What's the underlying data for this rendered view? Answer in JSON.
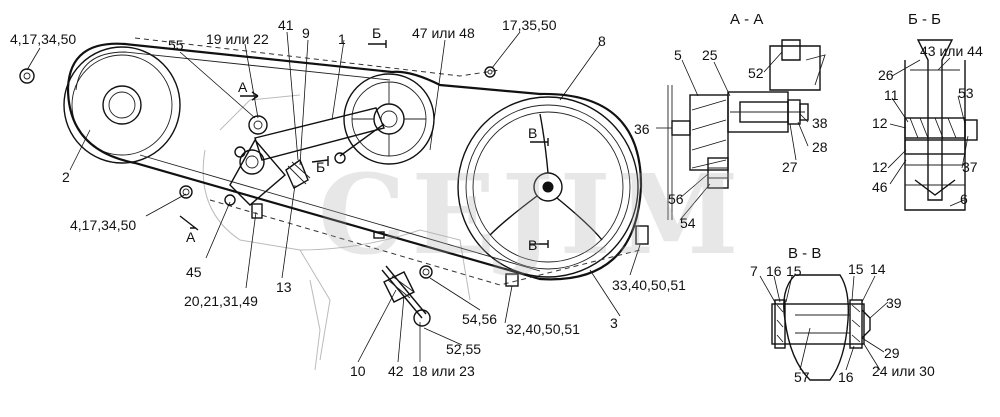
{
  "watermark": "CEJIM",
  "sections": {
    "aa": "А - А",
    "bb": "Б - Б",
    "vv": "В - В"
  },
  "section_marks": {
    "a1": "А",
    "a2": "А",
    "b1": "Б",
    "b2": "Б",
    "v1": "В",
    "v2": "В"
  },
  "callouts": {
    "c_4_17_34_50_top": "4,17,34,50",
    "c_55": "55",
    "c_19_or_22": "19 или 22",
    "c_41": "41",
    "c_9": "9",
    "c_1": "1",
    "c_47_or_48": "47 или 48",
    "c_17_35_50": "17,35,50",
    "c_8": "8",
    "c_2": "2",
    "c_4_17_34_50_bottom": "4,17,34,50",
    "c_45": "45",
    "c_20_21_31_49": "20,21,31,49",
    "c_13": "13",
    "c_10": "10",
    "c_42": "42",
    "c_18_or_23": "18 или 23",
    "c_52_55": "52,55",
    "c_54_56": "54,56",
    "c_32_40_50_51": "32,40,50,51",
    "c_3": "3",
    "c_33_40_50_51": "33,40,50,51",
    "c_5": "5",
    "c_25": "25",
    "c_52": "52",
    "c_36": "36",
    "c_38": "38",
    "c_28": "28",
    "c_27": "27",
    "c_56": "56",
    "c_54": "54",
    "c_26": "26",
    "c_43_or_44": "43 или 44",
    "c_11": "11",
    "c_53": "53",
    "c_12a": "12",
    "c_12b": "12",
    "c_37": "37",
    "c_46": "46",
    "c_6": "6",
    "c_7": "7",
    "c_16a": "16",
    "c_15a": "15",
    "c_15b": "15",
    "c_14": "14",
    "c_39": "39",
    "c_57": "57",
    "c_29": "29",
    "c_16b": "16",
    "c_24_or_30": "24 или 30"
  }
}
